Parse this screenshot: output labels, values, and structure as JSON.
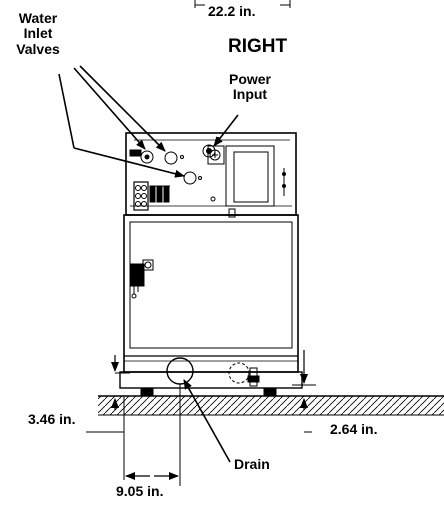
{
  "labels": {
    "top_width": "22.2 in.",
    "view_name": "RIGHT",
    "water_inlet_valves": [
      "Water",
      "Inlet",
      "Valves"
    ],
    "power_input": [
      "Power",
      "Input"
    ],
    "left_height": "3.46 in.",
    "right_height": "2.64 in.",
    "drain": "Drain",
    "drain_offset": "9.05 in."
  },
  "colors": {
    "line": "#000000",
    "background": "#ffffff"
  }
}
